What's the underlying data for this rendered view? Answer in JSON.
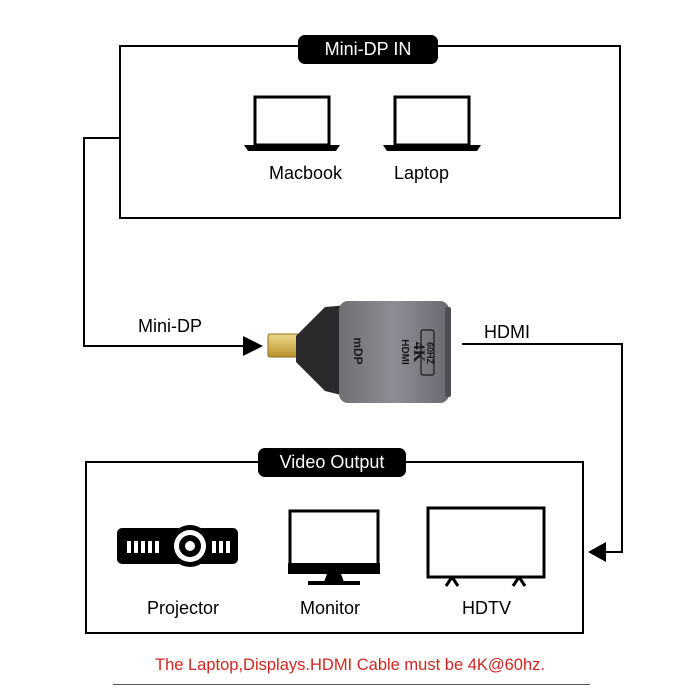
{
  "input_box": {
    "title": "Mini-DP IN",
    "devices": [
      "Macbook",
      "Laptop"
    ]
  },
  "output_box": {
    "title": "Video Output",
    "devices": [
      "Projector",
      "Monitor",
      "HDTV"
    ]
  },
  "adapter": {
    "left_port_label": "Mini-DP",
    "right_port_label": "HDMI",
    "printed_text": {
      "mdp": "mDP",
      "hdmi": "HDMI",
      "res": "4K",
      "rate": "60HZ"
    }
  },
  "footer_note": "The Laptop,Displays.HDMI Cable must be 4K@60hz.",
  "colors": {
    "note": "#d2261f",
    "adapter_body": "#7d7d84",
    "tip": "#d9b64a"
  }
}
